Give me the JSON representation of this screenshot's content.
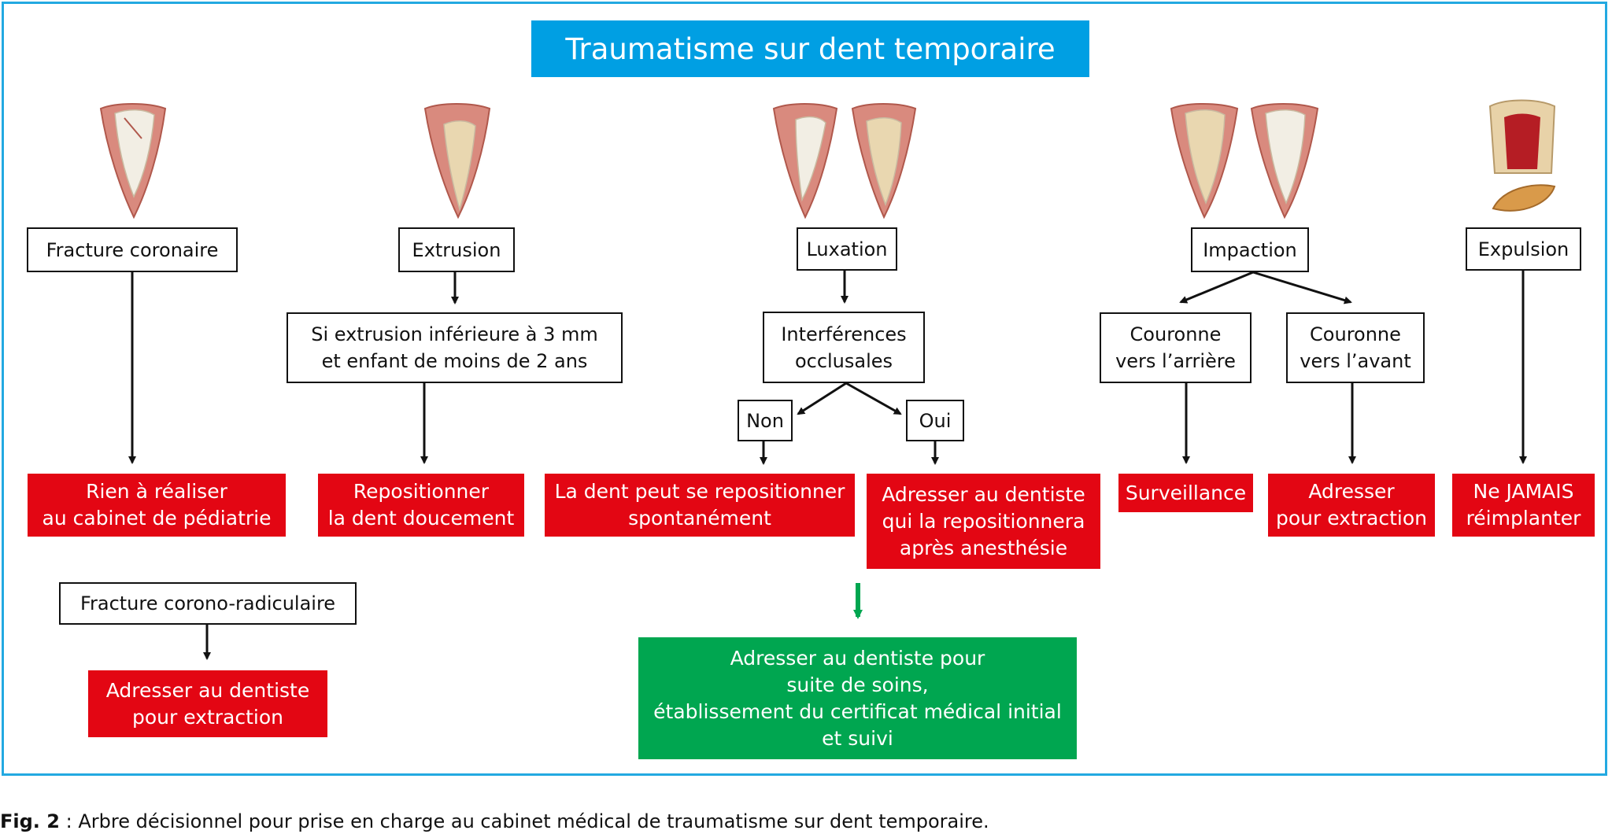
{
  "title": "Traumatisme sur dent temporaire",
  "nodes": {
    "fracture_coronaire": "Fracture coronaire",
    "extrusion": "Extrusion",
    "luxation": "Luxation",
    "impaction": "Impaction",
    "expulsion": "Expulsion",
    "si_extrusion": "Si extrusion inférieure à 3 mm\net enfant de moins de 2 ans",
    "interferences": "Interférences\nocclusales",
    "non": "Non",
    "oui": "Oui",
    "couronne_arriere": "Couronne\nvers l’arrière",
    "couronne_avant": "Couronne\nvers l’avant",
    "fracture_corono_radiculaire": "Fracture corono-radiculaire"
  },
  "actions": {
    "rien": "Rien à réaliser\nau cabinet de pédiatrie",
    "repositionner": "Repositionner\nla dent doucement",
    "spontanement": "La dent peut se repositionner\nspontanément",
    "adresser_reposition": "Adresser au dentiste\nqui la repositionnera\naprès anesthésie",
    "surveillance": "Surveillance",
    "adresser_extraction": "Adresser\npour extraction",
    "ne_jamais": "Ne JAMAIS\nréimplanter",
    "adresser_dentiste_extraction": "Adresser au dentiste\npour extraction",
    "final": "Adresser au dentiste pour\nsuite de soins,\nétablissement du certificat médical initial\net suivi"
  },
  "caption": {
    "label": "Fig. 2",
    "text": " : Arbre décisionnel pour prise en charge au cabinet médical de traumatisme sur dent temporaire."
  },
  "colors": {
    "frame": "#23a9e1",
    "title_bg": "#009fe3",
    "action_red": "#e30613",
    "final_green": "#00a650",
    "tooth_gum": "#d98a7e",
    "tooth_enamel": "#f2eee4"
  },
  "illustrations": [
    "tooth-fracture-icon",
    "tooth-extrusion-icon",
    "tooth-luxation-icon",
    "tooth-impaction-icon",
    "tooth-expulsion-icon"
  ]
}
